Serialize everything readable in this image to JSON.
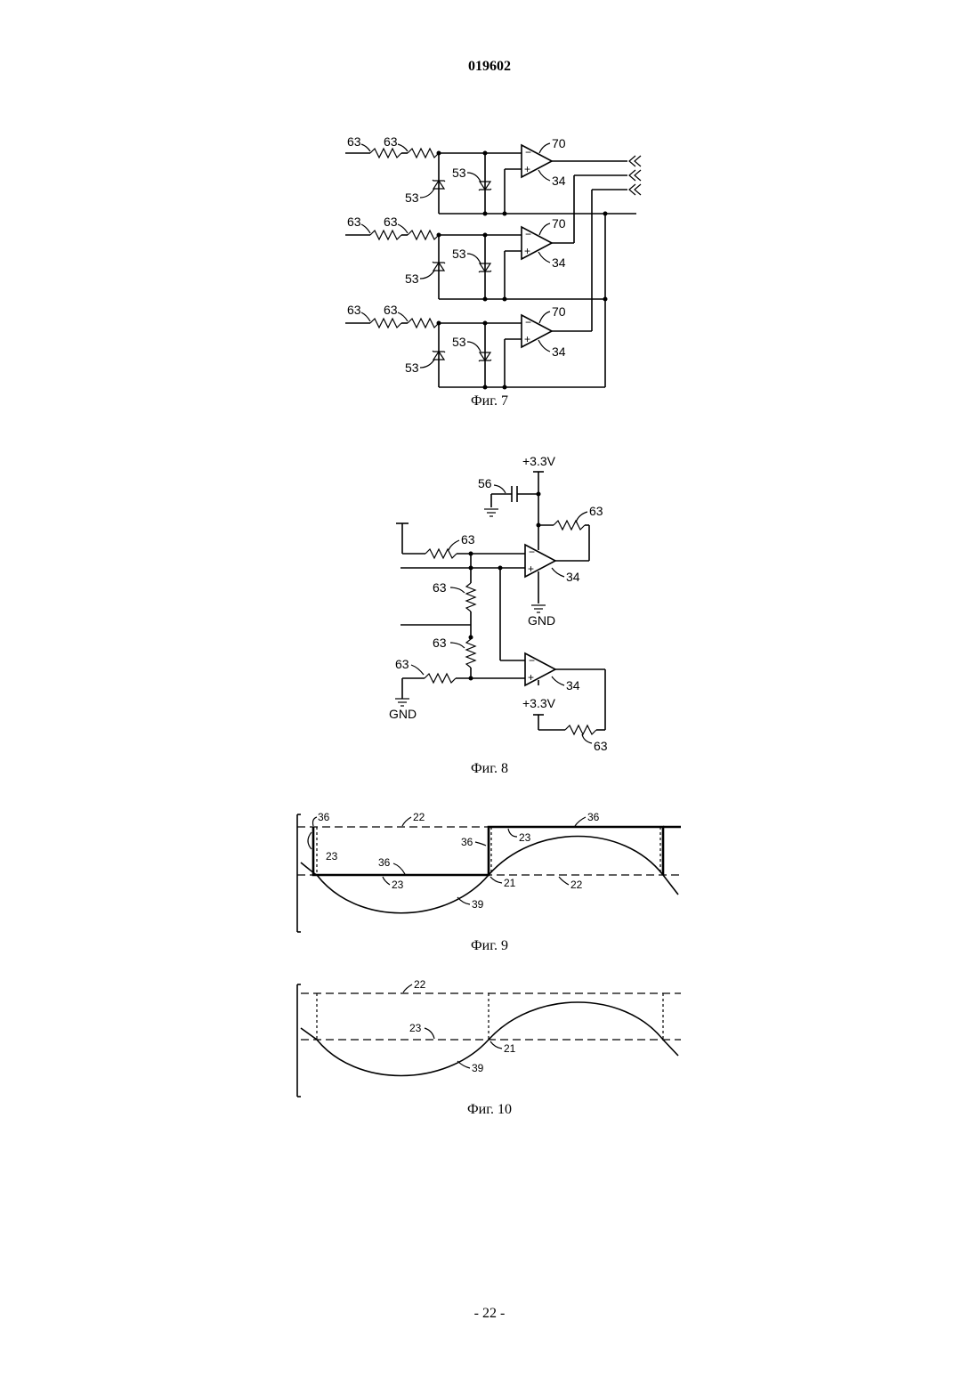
{
  "header": {
    "doc_number": "019602"
  },
  "figures": {
    "fig7": {
      "caption": "Фиг. 7",
      "labels": {
        "resistor": "63",
        "diode": "53",
        "opamp_top": "70",
        "opamp_bottom": "34"
      }
    },
    "fig8": {
      "caption": "Фиг. 8",
      "labels": {
        "supply": "+3.3V",
        "capacitor": "56",
        "resistor": "63",
        "opamp": "34",
        "ground": "GND"
      }
    },
    "fig9": {
      "caption": "Фиг. 9",
      "labels": {
        "l36": "36",
        "l22": "22",
        "l23": "23",
        "l21": "21",
        "l39": "39"
      }
    },
    "fig10": {
      "caption": "Фиг. 10",
      "labels": {
        "l22": "22",
        "l23": "23",
        "l21": "21",
        "l39": "39"
      }
    }
  },
  "footer": {
    "page": "- 22 -"
  }
}
